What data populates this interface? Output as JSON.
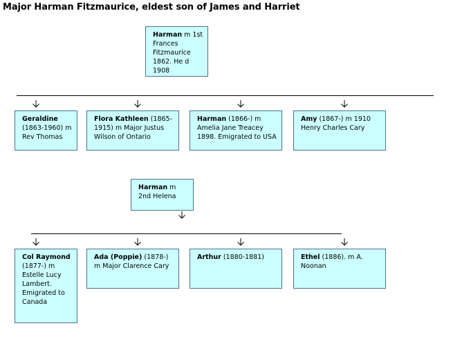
{
  "title": "Major Harman Fitzmaurice, eldest son of James and Harriet",
  "marriages": [
    {
      "name": "Harman",
      "detail": " m 1st Frances Fitzmaurice 1862. He d 1908"
    },
    {
      "name": "Harman",
      "detail": " m 2nd Helena"
    }
  ],
  "children_first_marriage": [
    {
      "name": "Geraldine",
      "detail": " (1863-1960) m Rev Thomas"
    },
    {
      "name": "Flora Kathleen",
      "detail": " (1865-1915) m Major Justus Wilson of Ontario"
    },
    {
      "name": "Harman",
      "detail": " (1866-) m Amelia Jane Treacey 1898. Emigrated to USA"
    },
    {
      "name": "Amy",
      "detail": " (1867-) m 1910 Henry Charles Cary"
    }
  ],
  "children_second_marriage": [
    {
      "name": "Col Raymond",
      "detail": " (1877-) m Estelle Lucy Lambert. Emigrated to Canada"
    },
    {
      "name": "Ada (Poppie)",
      "detail": " (1878-) m Major Clarence Cary"
    },
    {
      "name": "Arthur",
      "detail": " (1880-1881)"
    },
    {
      "name": "Ethel",
      "detail": " (1886). m A. Noonan"
    }
  ],
  "colors": {
    "box_fill": "#ccffff",
    "box_border": "#4a6f93",
    "line": "#000000"
  },
  "icons": {
    "connector_arrow": "down-arrow-icon"
  }
}
